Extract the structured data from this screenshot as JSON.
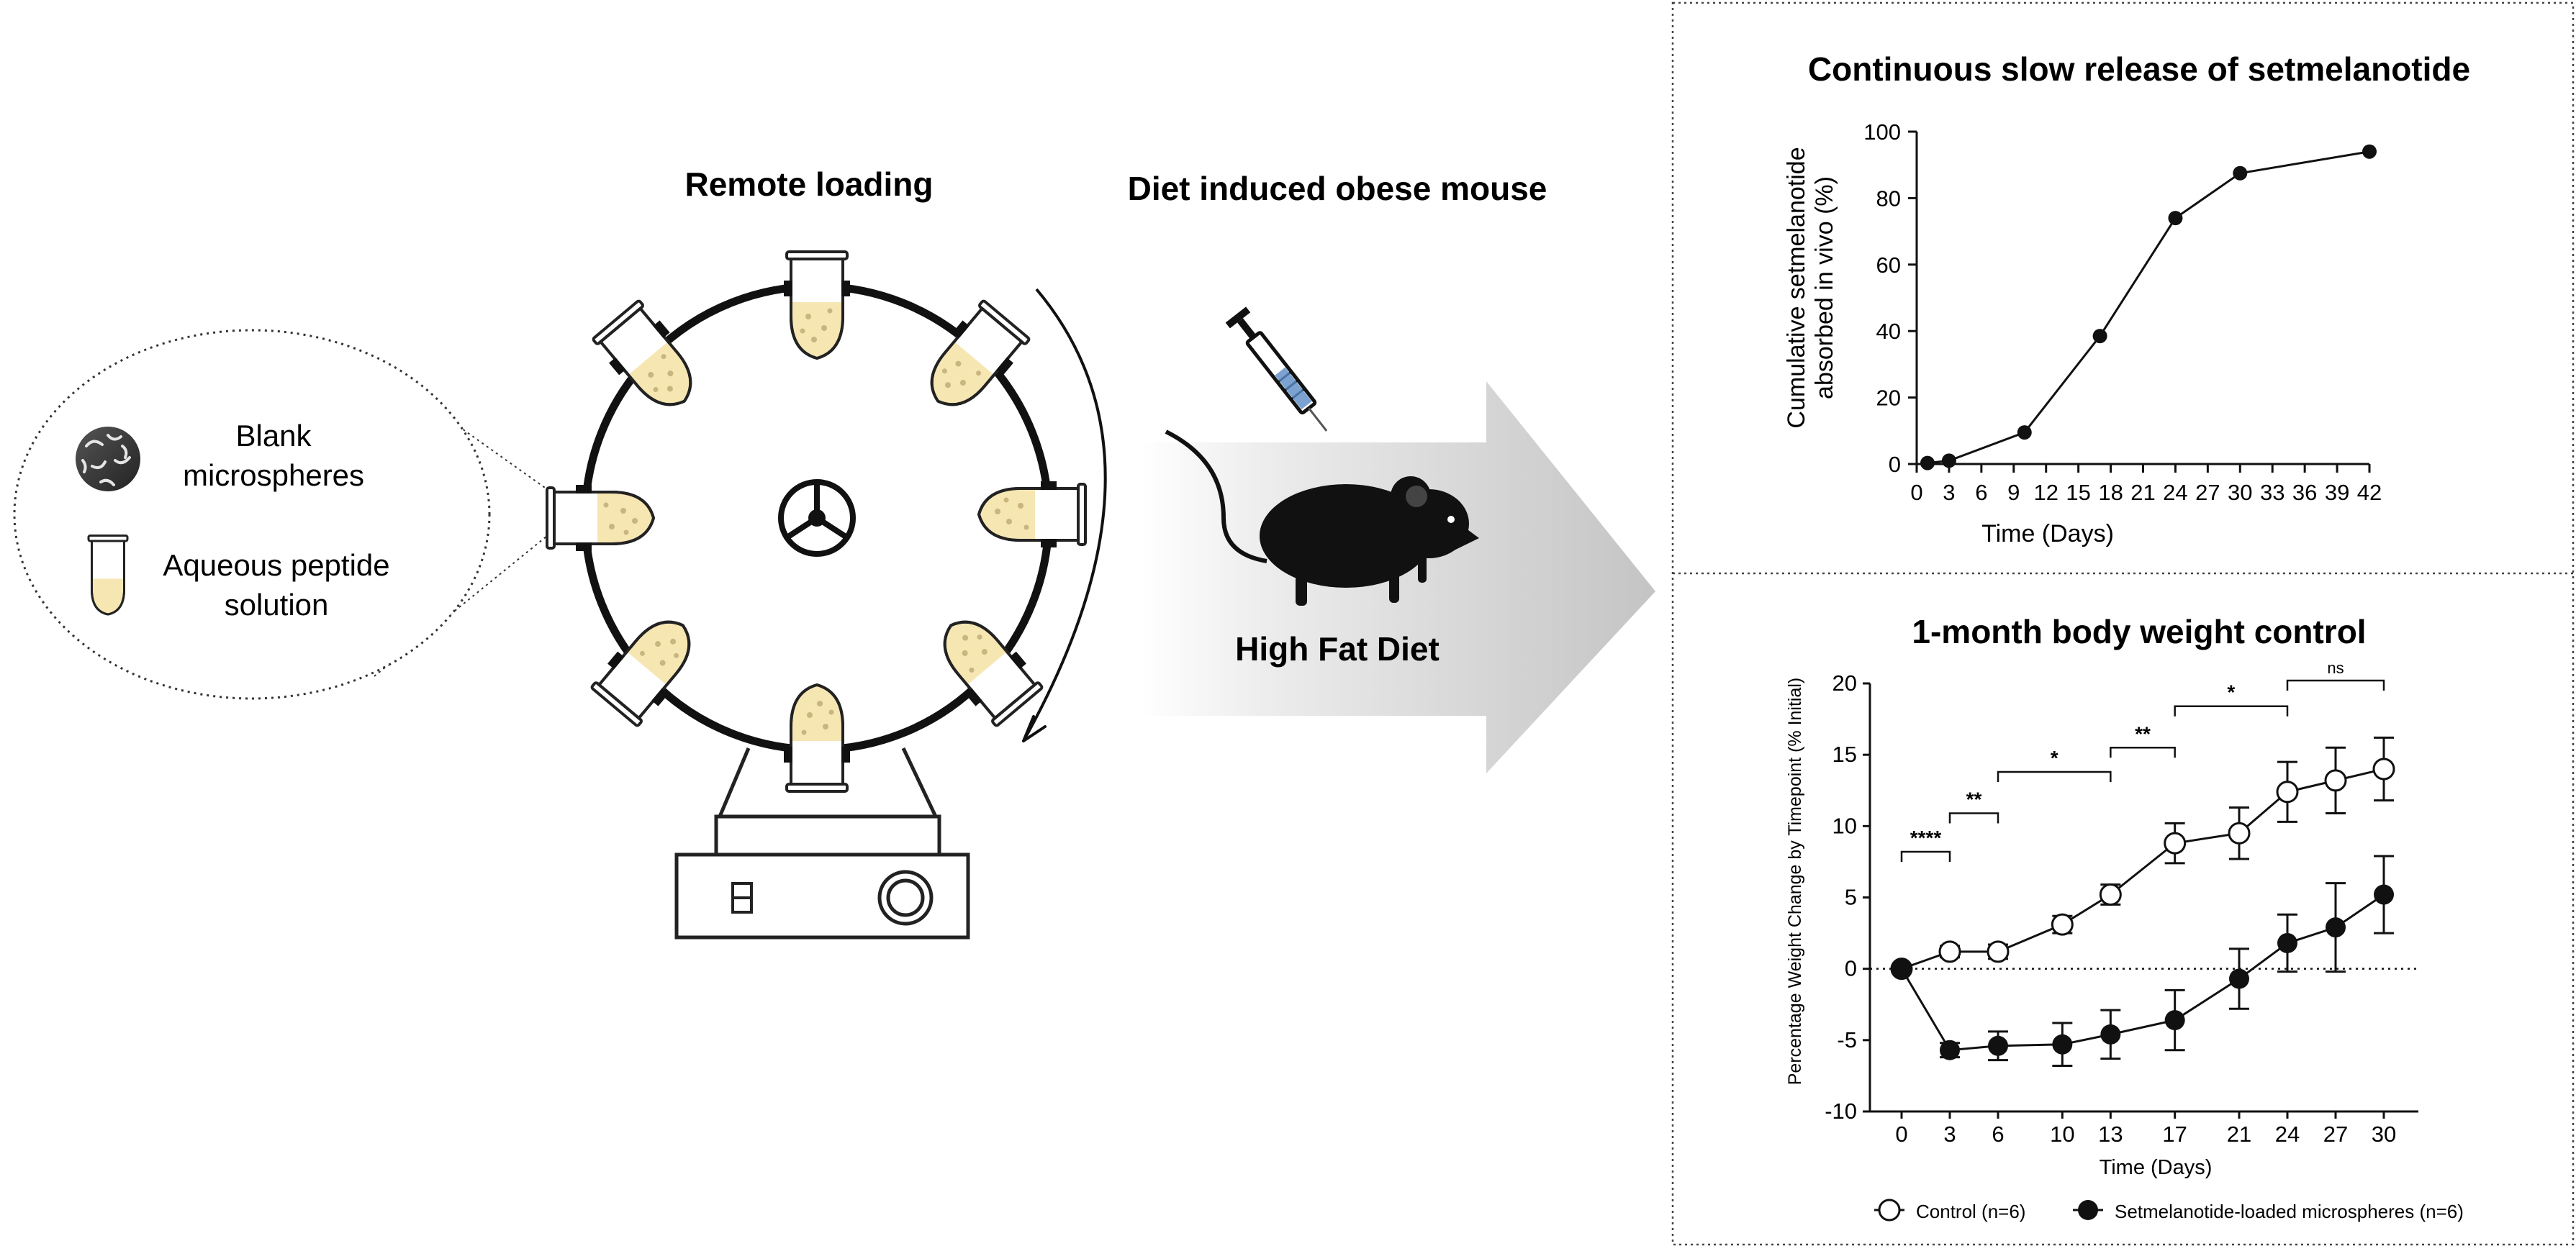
{
  "left": {
    "remote_loading_title": "Remote loading",
    "diet_title": "Diet induced obese mouse",
    "high_fat_diet": "High Fat Diet",
    "legend": {
      "blank_line1": "Blank",
      "blank_line2": "microspheres",
      "peptide_line1": "Aqueous peptide",
      "peptide_line2": "solution"
    },
    "colors": {
      "solution": "#f6e6b2",
      "particle": "#c9b57e"
    }
  },
  "release_panel": {
    "chart_data": {
      "type": "line",
      "title": "Continuous slow release of setmelanotide",
      "xlabel": "Time (Days)",
      "ylabel_line1": "Cumulative setmelanotide",
      "ylabel_line2": "absorbed in vivo (%)",
      "xlim": [
        0,
        42
      ],
      "ylim": [
        0,
        100
      ],
      "xticks": [
        "0",
        "3",
        "6",
        "9",
        "12",
        "15",
        "18",
        "21",
        "24",
        "27",
        "30",
        "33",
        "36",
        "39",
        "42"
      ],
      "yticks": [
        "0",
        "20",
        "40",
        "60",
        "80",
        "100"
      ],
      "x": [
        1,
        3,
        10,
        17,
        24,
        30,
        42
      ],
      "y": [
        0.3,
        1,
        9.5,
        38.5,
        74,
        87.5,
        94
      ]
    }
  },
  "weight_panel": {
    "chart_data": {
      "type": "line",
      "title": "1-month body weight control",
      "xlabel": "Time (Days)",
      "ylabel": "Percentage Weight Change by Timepoint (% Initial)",
      "ylim": [
        -10,
        20
      ],
      "categories": [
        "0",
        "3",
        "6",
        "10",
        "13",
        "17",
        "21",
        "24",
        "27",
        "30"
      ],
      "yticks": [
        "-10",
        "-5",
        "0",
        "5",
        "10",
        "15",
        "20"
      ],
      "series": [
        {
          "name": "Control (n=6)",
          "marker": "open",
          "values": [
            0,
            1.2,
            1.2,
            3.1,
            5.2,
            8.8,
            9.5,
            12.4,
            13.2,
            14
          ],
          "errors": [
            0,
            0.4,
            0.5,
            0.6,
            0.7,
            1.4,
            1.8,
            2.1,
            2.3,
            2.2
          ]
        },
        {
          "name": "Setmelanotide-loaded microspheres (n=6)",
          "marker": "filled",
          "values": [
            0,
            -5.7,
            -5.4,
            -5.3,
            -4.6,
            -3.6,
            -0.7,
            1.8,
            2.9,
            5.2
          ],
          "errors": [
            0,
            0.5,
            1.0,
            1.5,
            1.7,
            2.1,
            2.1,
            2.0,
            3.1,
            2.7
          ]
        }
      ],
      "significance": [
        {
          "from": 0,
          "to": 1,
          "label": "****",
          "level": 8.2
        },
        {
          "from": 1,
          "to": 2,
          "label": "**",
          "level": 10.9
        },
        {
          "from": 2,
          "to": 4,
          "label": "*",
          "level": 13.8
        },
        {
          "from": 4,
          "to": 5,
          "label": "**",
          "level": 15.5
        },
        {
          "from": 5,
          "to": 7,
          "label": "*",
          "level": 18.4
        },
        {
          "from": 7,
          "to": 9,
          "label": "ns",
          "level": 20.2
        }
      ]
    }
  }
}
